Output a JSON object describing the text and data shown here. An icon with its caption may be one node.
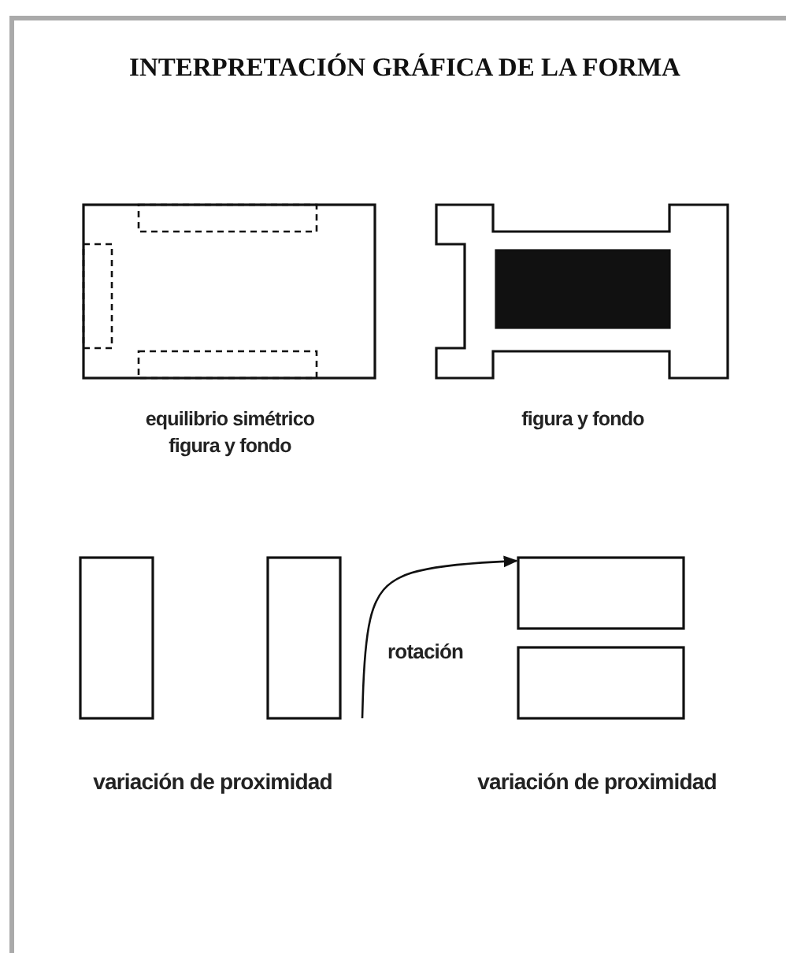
{
  "diagram": {
    "title": "INTERPRETACIÓN GRÁFICA DE LA FORMA",
    "nodes": [
      {
        "text": [],
        "shape": "box"
      },
      {
        "text": [],
        "shape": "box",
        "in": 0
      },
      {
        "text": [],
        "shape": "box",
        "in": 0
      },
      {
        "text": [],
        "shape": "box",
        "in": 0
      },
      {
        "text": [],
        "shape": "box"
      },
      {
        "text": [],
        "shape": "box",
        "in": 4
      },
      {
        "text": [],
        "shape": "box"
      },
      {
        "text": [],
        "shape": "box"
      },
      {
        "text": [],
        "shape": "box"
      },
      {
        "text": [],
        "shape": "box"
      }
    ],
    "edges": [
      {
        "from": null,
        "to": 8,
        "arrow": "to",
        "label": "rotación"
      }
    ],
    "labels": [
      "equilibrio simétrico figura y fondo",
      "figura y fondo",
      "variación de proximidad",
      "variación de proximidad"
    ]
  }
}
